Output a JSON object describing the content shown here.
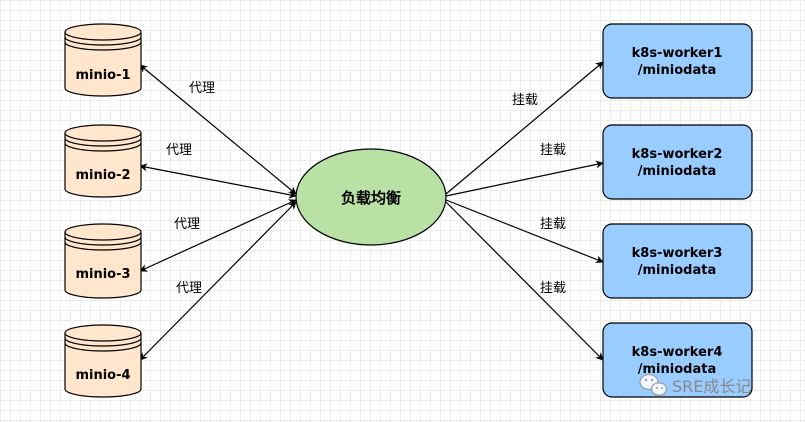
{
  "center": {
    "label": "负载均衡"
  },
  "databases": [
    {
      "label": "minio-1",
      "edge_label": "代理"
    },
    {
      "label": "minio-2",
      "edge_label": "代理"
    },
    {
      "label": "minio-3",
      "edge_label": "代理"
    },
    {
      "label": "minio-4",
      "edge_label": "代理"
    }
  ],
  "workers": [
    {
      "line1": "k8s-worker1",
      "line2": "/miniodata",
      "edge_label": "挂载"
    },
    {
      "line1": "k8s-worker2",
      "line2": "/miniodata",
      "edge_label": "挂载"
    },
    {
      "line1": "k8s-worker3",
      "line2": "/miniodata",
      "edge_label": "挂载"
    },
    {
      "line1": "k8s-worker4",
      "line2": "/miniodata",
      "edge_label": "挂载"
    }
  ],
  "watermark": {
    "text": "SRE成长记",
    "icon": "wechat-icon"
  },
  "colors": {
    "db_fill": "#FFE6CC",
    "center_fill": "#B9E0A5",
    "worker_fill": "#99CCFF",
    "stroke": "#000000"
  }
}
